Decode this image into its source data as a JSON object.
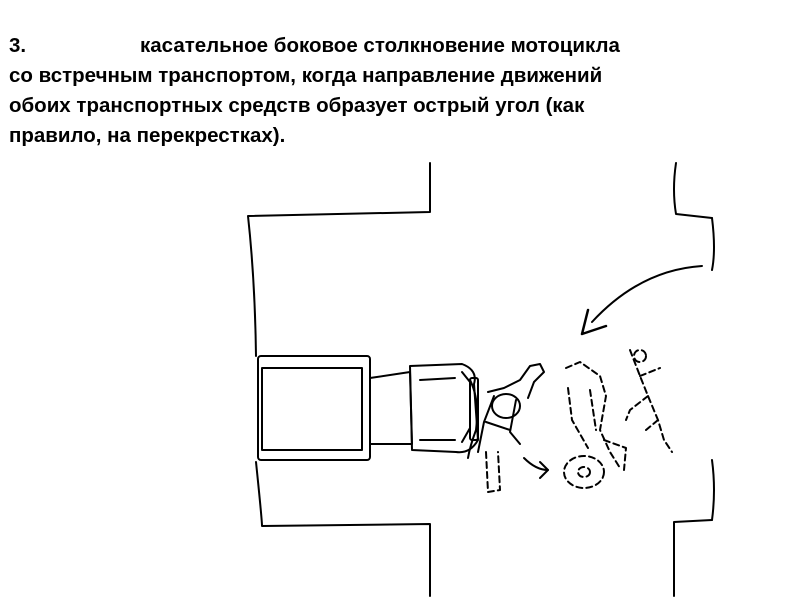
{
  "paragraph": {
    "number": "3.",
    "lines": [
      "касательное боковое столкновение мотоцикла",
      "со встречным транспортом, когда направление движений",
      "обоих транспортных средств образует острый угол (как",
      "правило, на перекрестках)."
    ]
  },
  "figure": {
    "stroke_color": "#000000",
    "icons": [
      "intersection-road",
      "truck",
      "motorcycle",
      "curved-arrow",
      "small-arrow",
      "dashed-motorcycle",
      "dashed-rider"
    ]
  }
}
